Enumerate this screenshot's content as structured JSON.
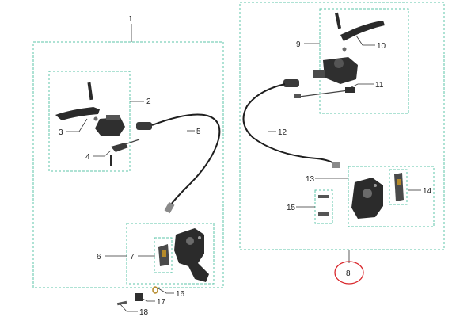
{
  "diagram": {
    "callouts": [
      {
        "id": "c1",
        "text": "1"
      },
      {
        "id": "c2",
        "text": "2"
      },
      {
        "id": "c3",
        "text": "3"
      },
      {
        "id": "c4",
        "text": "4"
      },
      {
        "id": "c5",
        "text": "5"
      },
      {
        "id": "c6",
        "text": "6"
      },
      {
        "id": "c7",
        "text": "7"
      },
      {
        "id": "c8",
        "text": "8"
      },
      {
        "id": "c9",
        "text": "9"
      },
      {
        "id": "c10",
        "text": "10"
      },
      {
        "id": "c11",
        "text": "11"
      },
      {
        "id": "c12",
        "text": "12"
      },
      {
        "id": "c13",
        "text": "13"
      },
      {
        "id": "c14",
        "text": "14"
      },
      {
        "id": "c15",
        "text": "15"
      },
      {
        "id": "c16",
        "text": "16"
      },
      {
        "id": "c17",
        "text": "17"
      },
      {
        "id": "c18",
        "text": "18"
      }
    ],
    "colors": {
      "group_border": "#5ec4a8",
      "leader": "#333333",
      "part_dark": "#2a2a2a",
      "part_mid": "#6b6b6b",
      "cable": "#1e1e1e",
      "highlight_ring": "#d9262b",
      "pad_accent": "#b58a2a"
    }
  }
}
